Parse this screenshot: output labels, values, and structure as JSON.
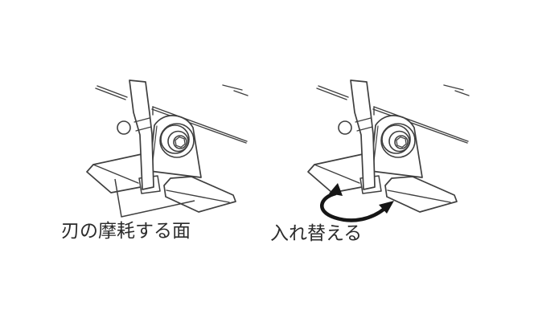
{
  "figure": {
    "type": "instruction-diagram",
    "background": "#ffffff",
    "line_color": "#3f3f3f",
    "arrow_color": "#161616",
    "text_color": "#2b2b2b",
    "panels": [
      {
        "id": "blade-wear-surface",
        "caption": "刃の摩耗する面"
      },
      {
        "id": "swap-blades",
        "caption": "入れ替える"
      }
    ]
  }
}
